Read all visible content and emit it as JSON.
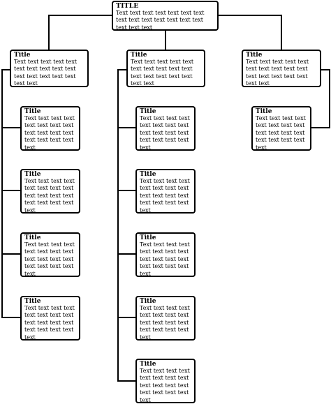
{
  "root": {
    "title": "TITLE",
    "body": "Text text text text text text text text text text text text text text text text text"
  },
  "columns": [
    {
      "head": {
        "title": "Title",
        "body": "Text text text text text text text text text text text text text text text text text"
      },
      "children": [
        {
          "title": "Title",
          "body": "Text text text text text text text text text text text text text text text text text"
        },
        {
          "title": "Title",
          "body": "Text text text text text text text text text text text text text text text text text"
        },
        {
          "title": "Title",
          "body": "Text text text text text text text text text text text text text text text text text"
        },
        {
          "title": "Title",
          "body": "Text text text text text text text text text text text text text text text text text"
        }
      ]
    },
    {
      "head": {
        "title": "Title",
        "body": "Text text text text text text text text text text text text text text text text text"
      },
      "children": [
        {
          "title": "Title",
          "body": "Text text text text text text text text text text text text text text text text text"
        },
        {
          "title": "Title",
          "body": "Text text text text text text text text text text text text text text text text text"
        },
        {
          "title": "Title",
          "body": "Text text text text text text text text text text text text text text text text text"
        },
        {
          "title": "Title",
          "body": "Text text text text text text text text text text text text text text text text text"
        },
        {
          "title": "Title",
          "body": "Text text text text text text text text text text text text text text text text text"
        }
      ]
    },
    {
      "head": {
        "title": "Title",
        "body": "Text text text text text text text text text text text text text text text text text"
      },
      "children": [
        {
          "title": "Title",
          "body": "Text text text text text text text text text text text text text text text text text"
        }
      ]
    }
  ]
}
